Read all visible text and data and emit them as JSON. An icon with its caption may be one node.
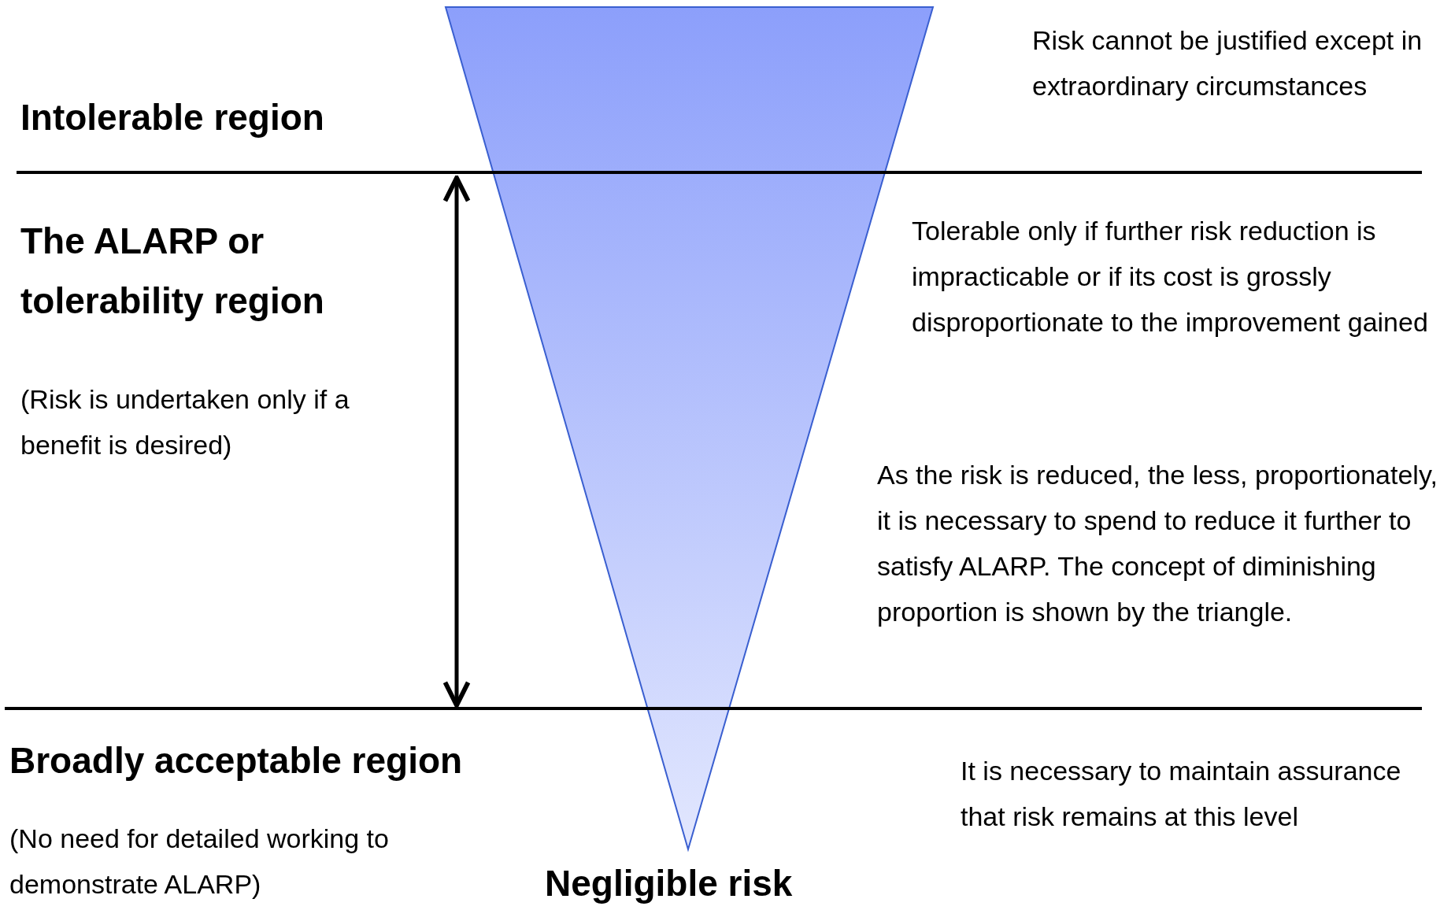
{
  "diagram": {
    "labels": [
      "Intolerable region",
      "Risk cannot be justified except in extraordinary circumstances",
      "The ALARP or tolerability region",
      "Tolerable only if further risk reduction is impracticable or if its cost is grossly disproportionate to the improvement gained",
      "(Risk is undertaken only if a benefit is desired)",
      "As the risk is reduced, the less, proportionately, it is necessary to spend to reduce it further to satisfy ALARP. The concept of diminishing proportion is shown by the triangle.",
      "Broadly acceptable region",
      "It is necessary to maintain assurance that risk remains at this level",
      "(No need for detailed working to demonstrate ALARP)",
      "Negligible risk"
    ]
  }
}
